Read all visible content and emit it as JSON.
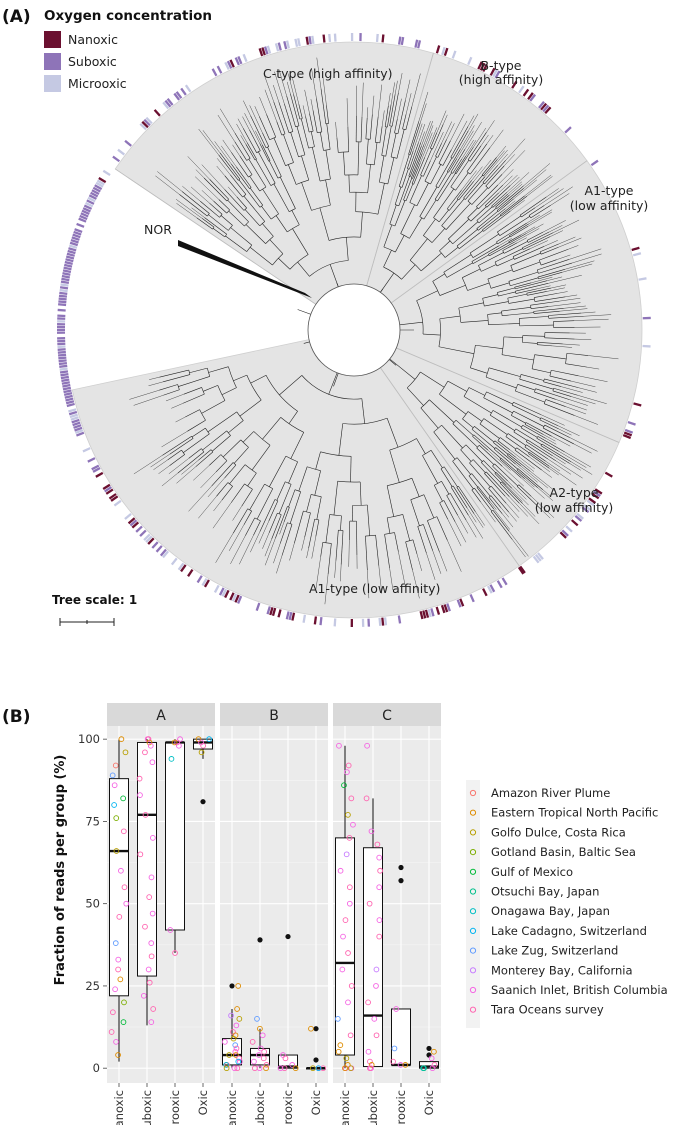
{
  "panel_a": {
    "label": "(A)",
    "legend_title": "Oxygen concentration",
    "legend": [
      {
        "name": "Nanoxic",
        "color": "#6b1030"
      },
      {
        "name": "Suboxic",
        "color": "#8e74b8"
      },
      {
        "name": "Microoxic",
        "color": "#c5c9e3"
      }
    ],
    "clades": [
      {
        "text": "C-type (high affinity)"
      },
      {
        "text": "B-type\n(high affinity)"
      },
      {
        "text": "A1-type\n(low affinity)"
      },
      {
        "text": "NOR"
      },
      {
        "text": "A2-type\n(low affinity)"
      },
      {
        "text": "A1-type (low affinity)"
      }
    ],
    "tree_scale_label": "Tree scale: 1"
  },
  "chart_data": {
    "type": "box",
    "panel_label": "(B)",
    "facets": [
      "A",
      "B",
      "C"
    ],
    "categories": [
      "Nanoxic",
      "Suboxic",
      "Microoxic",
      "Oxic"
    ],
    "ylabel": "Fraction of reads per group (%)",
    "ylim": [
      0,
      100
    ],
    "yticks": [
      0,
      25,
      50,
      75,
      100
    ],
    "grid": true,
    "legend_position": "right",
    "series": [
      {
        "name": "Amazon River Plume",
        "color": "#f8766d"
      },
      {
        "name": "Eastern Tropical North Pacific",
        "color": "#de8c00"
      },
      {
        "name": "Golfo Dulce, Costa Rica",
        "color": "#b79f00"
      },
      {
        "name": "Gotland Basin, Baltic Sea",
        "color": "#7cae00"
      },
      {
        "name": "Gulf of Mexico",
        "color": "#00ba38"
      },
      {
        "name": "Otsuchi Bay, Japan",
        "color": "#00c08b"
      },
      {
        "name": "Onagawa Bay, Japan",
        "color": "#00bfc4"
      },
      {
        "name": "Lake Cadagno, Switzerland",
        "color": "#00b4f0"
      },
      {
        "name": "Lake Zug, Switzerland",
        "color": "#619cff"
      },
      {
        "name": "Monterey Bay, California",
        "color": "#c77cff"
      },
      {
        "name": "Saanich Inlet, British Columbia",
        "color": "#f564e3"
      },
      {
        "name": "Tara Oceans survey",
        "color": "#ff64b0"
      }
    ],
    "boxes": {
      "A": [
        {
          "category": "Nanoxic",
          "q1": 22,
          "median": 66,
          "q3": 88,
          "wlo": 2,
          "whi": 100,
          "outliers": []
        },
        {
          "category": "Suboxic",
          "q1": 28,
          "median": 77,
          "q3": 99,
          "wlo": 13,
          "whi": 100,
          "outliers": []
        },
        {
          "category": "Microoxic",
          "q1": 42,
          "median": 99,
          "q3": 99,
          "wlo": 35,
          "whi": 100,
          "outliers": []
        },
        {
          "category": "Oxic",
          "q1": 97,
          "median": 99,
          "q3": 100,
          "wlo": 94,
          "whi": 100,
          "outliers": [
            81
          ]
        }
      ],
      "B": [
        {
          "category": "Nanoxic",
          "q1": 1,
          "median": 4,
          "q3": 9,
          "wlo": 0,
          "whi": 18,
          "outliers": [
            25
          ]
        },
        {
          "category": "Suboxic",
          "q1": 1,
          "median": 4,
          "q3": 6,
          "wlo": 0,
          "whi": 12,
          "outliers": [
            39
          ]
        },
        {
          "category": "Microoxic",
          "q1": 0,
          "median": 0.5,
          "q3": 4,
          "wlo": 0,
          "whi": 4,
          "outliers": [
            40
          ]
        },
        {
          "category": "Oxic",
          "q1": 0,
          "median": 0,
          "q3": 0,
          "wlo": 0,
          "whi": 0,
          "outliers": [
            12,
            2.5
          ]
        }
      ],
      "C": [
        {
          "category": "Nanoxic",
          "q1": 4,
          "median": 32,
          "q3": 70,
          "wlo": 0,
          "whi": 98,
          "outliers": []
        },
        {
          "category": "Suboxic",
          "q1": 0.5,
          "median": 16,
          "q3": 67,
          "wlo": 0,
          "whi": 82,
          "outliers": []
        },
        {
          "category": "Microoxic",
          "q1": 1,
          "median": 1,
          "q3": 18,
          "wlo": 1,
          "whi": 18,
          "outliers": [
            61,
            57
          ]
        },
        {
          "category": "Oxic",
          "q1": 0,
          "median": 0.5,
          "q3": 2,
          "wlo": 0,
          "whi": 2,
          "outliers": [
            6,
            4
          ]
        }
      ]
    },
    "points": {
      "A": [
        [
          0,
          100,
          1
        ],
        [
          0,
          96,
          2
        ],
        [
          0,
          92,
          0
        ],
        [
          0,
          89,
          8
        ],
        [
          0,
          86,
          10
        ],
        [
          0,
          82,
          4
        ],
        [
          0,
          80,
          7
        ],
        [
          0,
          76,
          3
        ],
        [
          0,
          72,
          11
        ],
        [
          0,
          66,
          2
        ],
        [
          0,
          60,
          10
        ],
        [
          0,
          55,
          11
        ],
        [
          0,
          50,
          10
        ],
        [
          0,
          46,
          11
        ],
        [
          0,
          38,
          8
        ],
        [
          0,
          33,
          10
        ],
        [
          0,
          30,
          11
        ],
        [
          0,
          27,
          1
        ],
        [
          0,
          24,
          10
        ],
        [
          0,
          20,
          3
        ],
        [
          0,
          17,
          11
        ],
        [
          0,
          14,
          4
        ],
        [
          0,
          11,
          11
        ],
        [
          0,
          8,
          10
        ],
        [
          0,
          4,
          1
        ],
        [
          1,
          100,
          10
        ],
        [
          1,
          100,
          11
        ],
        [
          1,
          99,
          1
        ],
        [
          1,
          98,
          10
        ],
        [
          1,
          96,
          11
        ],
        [
          1,
          93,
          10
        ],
        [
          1,
          88,
          11
        ],
        [
          1,
          83,
          10
        ],
        [
          1,
          77,
          11
        ],
        [
          1,
          70,
          10
        ],
        [
          1,
          65,
          11
        ],
        [
          1,
          58,
          10
        ],
        [
          1,
          52,
          11
        ],
        [
          1,
          47,
          10
        ],
        [
          1,
          43,
          11
        ],
        [
          1,
          38,
          10
        ],
        [
          1,
          34,
          11
        ],
        [
          1,
          30,
          10
        ],
        [
          1,
          26,
          11
        ],
        [
          1,
          22,
          10
        ],
        [
          1,
          18,
          11
        ],
        [
          1,
          14,
          10
        ],
        [
          2,
          100,
          10
        ],
        [
          2,
          99,
          11
        ],
        [
          2,
          99,
          1
        ],
        [
          2,
          98,
          10
        ],
        [
          2,
          94,
          6
        ],
        [
          2,
          42,
          10
        ],
        [
          2,
          35,
          11
        ],
        [
          3,
          100,
          1
        ],
        [
          3,
          99,
          10
        ],
        [
          3,
          98,
          11
        ],
        [
          3,
          100,
          7
        ],
        [
          3,
          96,
          2
        ]
      ],
      "B": [
        [
          0,
          25,
          1
        ],
        [
          0,
          18,
          1
        ],
        [
          0,
          15,
          2
        ],
        [
          0,
          13,
          10
        ],
        [
          0,
          11,
          11
        ],
        [
          0,
          10,
          1
        ],
        [
          0,
          9,
          2
        ],
        [
          0,
          8,
          10
        ],
        [
          0,
          7,
          8
        ],
        [
          0,
          6,
          11
        ],
        [
          0,
          5,
          10
        ],
        [
          0,
          4,
          2
        ],
        [
          0,
          4,
          1
        ],
        [
          0,
          3,
          11
        ],
        [
          0,
          2,
          10
        ],
        [
          0,
          2,
          7
        ],
        [
          0,
          1,
          11
        ],
        [
          0,
          1,
          6
        ],
        [
          0,
          0,
          10
        ],
        [
          0,
          0,
          11
        ],
        [
          0,
          0,
          2
        ],
        [
          0,
          16,
          9
        ],
        [
          1,
          15,
          8
        ],
        [
          1,
          12,
          1
        ],
        [
          1,
          10,
          10
        ],
        [
          1,
          8,
          11
        ],
        [
          1,
          6,
          10
        ],
        [
          1,
          5,
          11
        ],
        [
          1,
          4,
          10
        ],
        [
          1,
          3,
          11
        ],
        [
          1,
          2,
          10
        ],
        [
          1,
          1,
          11
        ],
        [
          1,
          0,
          10
        ],
        [
          1,
          0,
          11
        ],
        [
          1,
          0,
          1
        ],
        [
          2,
          4,
          10
        ],
        [
          2,
          3,
          11
        ],
        [
          2,
          1,
          10
        ],
        [
          2,
          0,
          11
        ],
        [
          2,
          0,
          10
        ],
        [
          2,
          0,
          1
        ],
        [
          3,
          12,
          1
        ],
        [
          3,
          0,
          10
        ],
        [
          3,
          0,
          11
        ],
        [
          3,
          0,
          2
        ],
        [
          3,
          0,
          7
        ]
      ],
      "C": [
        [
          0,
          98,
          10
        ],
        [
          0,
          92,
          11
        ],
        [
          0,
          90,
          10
        ],
        [
          0,
          86,
          4
        ],
        [
          0,
          82,
          11
        ],
        [
          0,
          77,
          2
        ],
        [
          0,
          74,
          10
        ],
        [
          0,
          70,
          11
        ],
        [
          0,
          65,
          9
        ],
        [
          0,
          60,
          10
        ],
        [
          0,
          55,
          11
        ],
        [
          0,
          50,
          10
        ],
        [
          0,
          45,
          11
        ],
        [
          0,
          40,
          10
        ],
        [
          0,
          35,
          11
        ],
        [
          0,
          30,
          10
        ],
        [
          0,
          25,
          11
        ],
        [
          0,
          20,
          10
        ],
        [
          0,
          15,
          8
        ],
        [
          0,
          10,
          11
        ],
        [
          0,
          7,
          1
        ],
        [
          0,
          5,
          1
        ],
        [
          0,
          3,
          2
        ],
        [
          0,
          1,
          1
        ],
        [
          0,
          0,
          10
        ],
        [
          0,
          0,
          11
        ],
        [
          0,
          0,
          1
        ],
        [
          0,
          0,
          2
        ],
        [
          1,
          98,
          10
        ],
        [
          1,
          82,
          11
        ],
        [
          1,
          72,
          10
        ],
        [
          1,
          68,
          11
        ],
        [
          1,
          64,
          10
        ],
        [
          1,
          60,
          11
        ],
        [
          1,
          55,
          10
        ],
        [
          1,
          50,
          11
        ],
        [
          1,
          45,
          10
        ],
        [
          1,
          40,
          11
        ],
        [
          1,
          30,
          9
        ],
        [
          1,
          25,
          10
        ],
        [
          1,
          20,
          11
        ],
        [
          1,
          15,
          10
        ],
        [
          1,
          10,
          11
        ],
        [
          1,
          5,
          10
        ],
        [
          1,
          2,
          11
        ],
        [
          1,
          1,
          1
        ],
        [
          1,
          0,
          10
        ],
        [
          1,
          0,
          11
        ],
        [
          2,
          18,
          10
        ],
        [
          2,
          6,
          8
        ],
        [
          2,
          2,
          11
        ],
        [
          2,
          1,
          10
        ],
        [
          2,
          1,
          1
        ],
        [
          3,
          5,
          1
        ],
        [
          3,
          3,
          10
        ],
        [
          3,
          1,
          11
        ],
        [
          3,
          0,
          6
        ],
        [
          3,
          0,
          5
        ],
        [
          3,
          0,
          10
        ]
      ]
    }
  }
}
